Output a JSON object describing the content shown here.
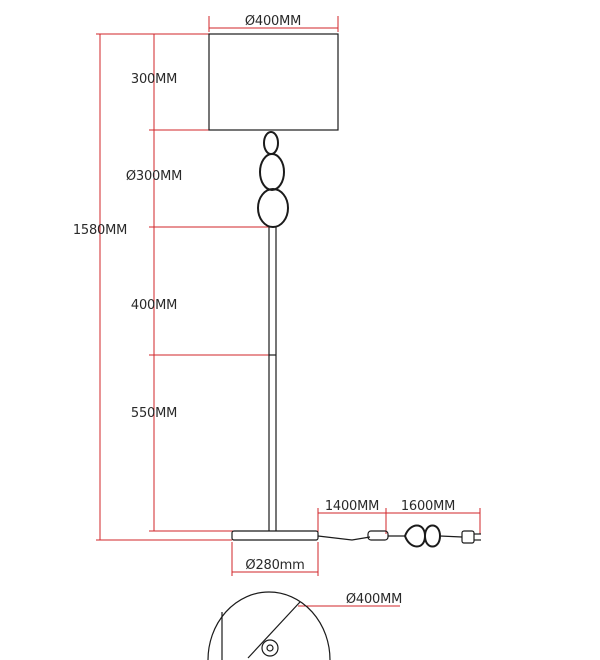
{
  "dimensions": {
    "shade_diameter": "Ø400MM",
    "shade_height": "300MM",
    "ornament_section": "Ø300MM",
    "total_height": "1580MM",
    "upper_pole": "400MM",
    "lower_pole": "550MM",
    "base_diameter": "Ø280mm",
    "cord_to_switch": "1400MM",
    "switch_to_plug": "1600MM",
    "top_view_diameter": "Ø400MM"
  },
  "colors": {
    "dimension_lines": "#d2252a",
    "drawing_lines": "#1b1b1b",
    "text": "#2a2a2a"
  }
}
